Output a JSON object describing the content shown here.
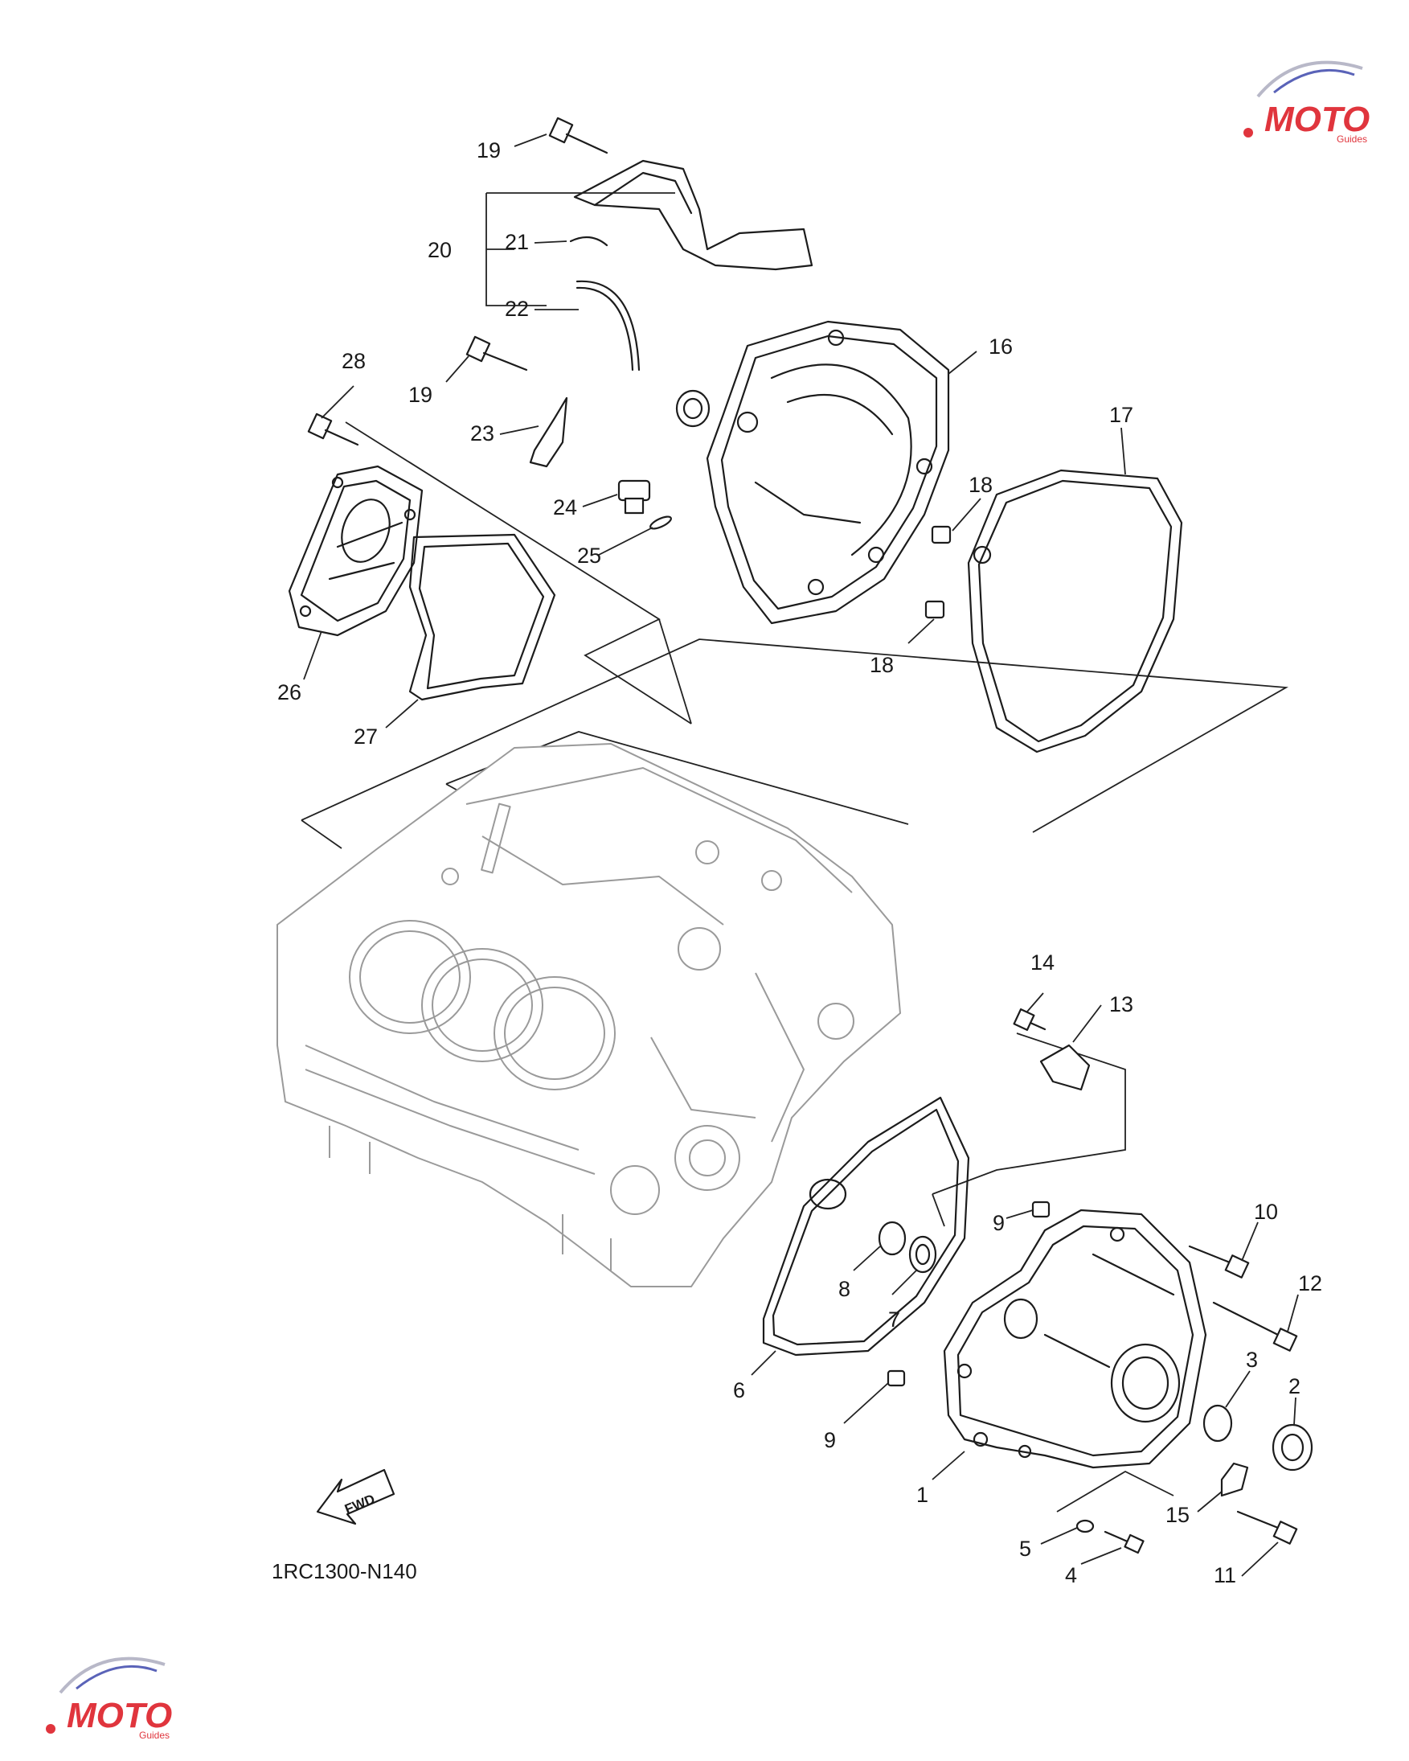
{
  "diagram": {
    "code": "1RC1300-N140",
    "fwd_label": "FWD",
    "callouts": [
      {
        "id": "c1",
        "text": "1"
      },
      {
        "id": "c2",
        "text": "2"
      },
      {
        "id": "c3",
        "text": "3"
      },
      {
        "id": "c4",
        "text": "4"
      },
      {
        "id": "c5",
        "text": "5"
      },
      {
        "id": "c6",
        "text": "6"
      },
      {
        "id": "c7",
        "text": "7"
      },
      {
        "id": "c8",
        "text": "8"
      },
      {
        "id": "c9a",
        "text": "9"
      },
      {
        "id": "c9b",
        "text": "9"
      },
      {
        "id": "c10",
        "text": "10"
      },
      {
        "id": "c11",
        "text": "11"
      },
      {
        "id": "c12",
        "text": "12"
      },
      {
        "id": "c13",
        "text": "13"
      },
      {
        "id": "c14",
        "text": "14"
      },
      {
        "id": "c15",
        "text": "15"
      },
      {
        "id": "c16",
        "text": "16"
      },
      {
        "id": "c17",
        "text": "17"
      },
      {
        "id": "c18a",
        "text": "18"
      },
      {
        "id": "c18b",
        "text": "18"
      },
      {
        "id": "c19a",
        "text": "19"
      },
      {
        "id": "c19b",
        "text": "19"
      },
      {
        "id": "c20",
        "text": "20"
      },
      {
        "id": "c21",
        "text": "21"
      },
      {
        "id": "c22",
        "text": "22"
      },
      {
        "id": "c23",
        "text": "23"
      },
      {
        "id": "c24",
        "text": "24"
      },
      {
        "id": "c25",
        "text": "25"
      },
      {
        "id": "c26",
        "text": "26"
      },
      {
        "id": "c27",
        "text": "27"
      },
      {
        "id": "c28",
        "text": "28"
      }
    ]
  },
  "watermark": {
    "text": "MOTO",
    "subtext": "Guides",
    "colors": {
      "red": "#e0353d",
      "blue": "#5a63b8",
      "grey": "#b8b8c8"
    }
  }
}
